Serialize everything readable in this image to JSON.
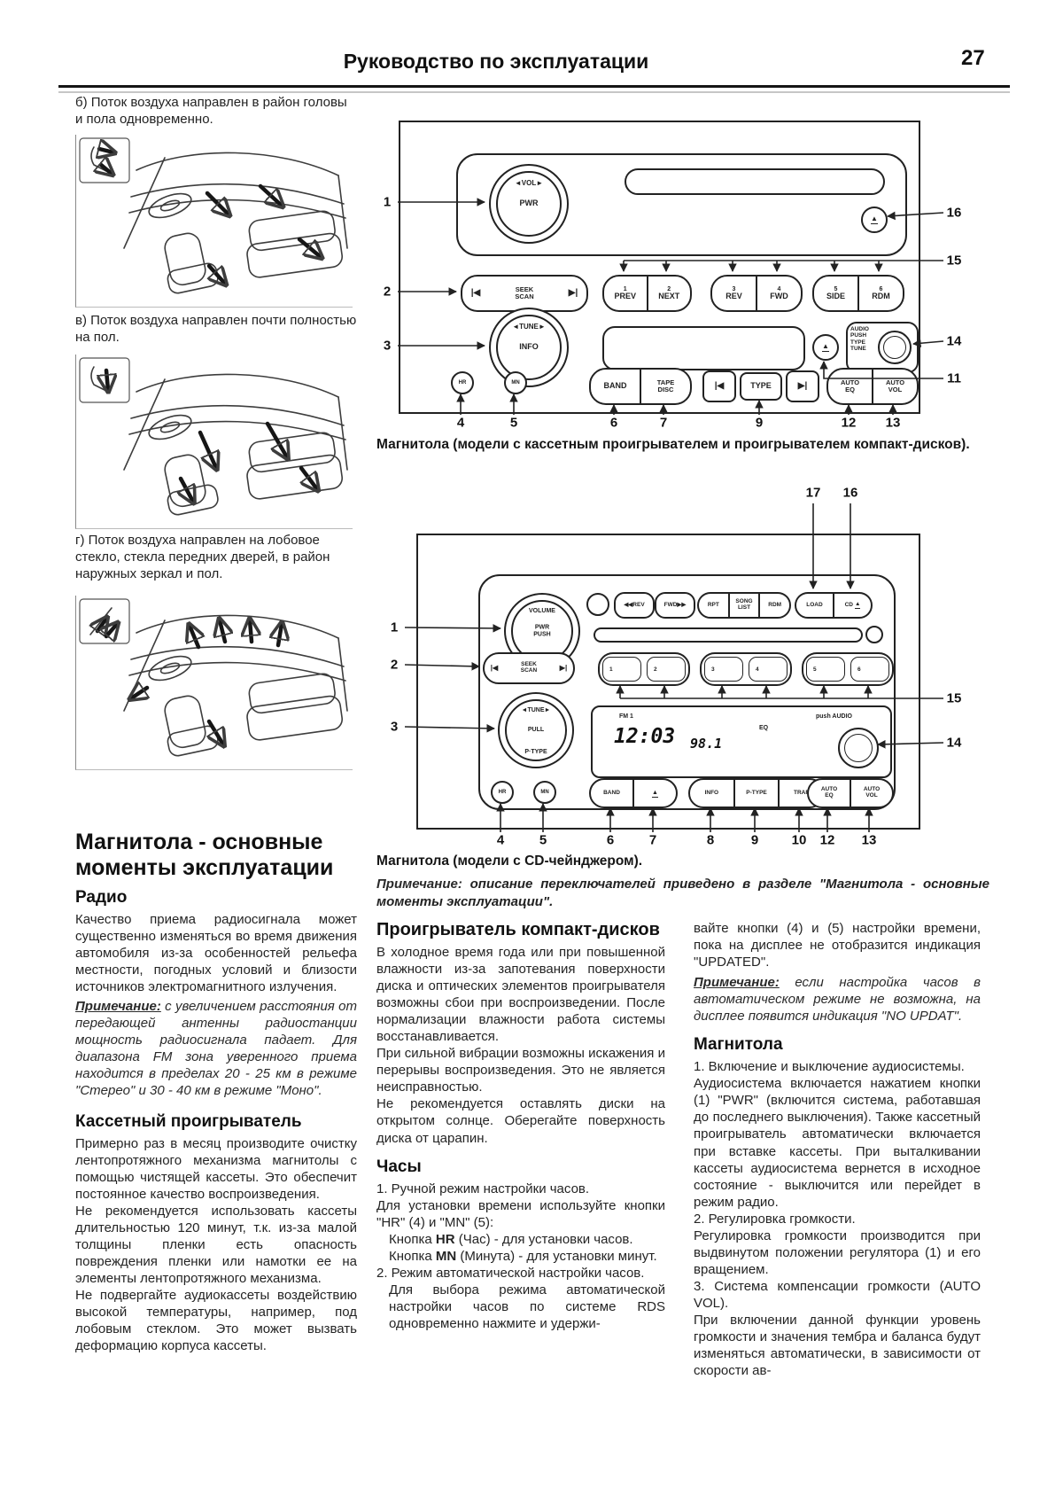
{
  "header": {
    "title": "Руководство по эксплуатации",
    "page_number": "27"
  },
  "left_column": {
    "caption_b": "б) Поток воздуха направлен в район головы и пола одновременно.",
    "caption_v": "в) Поток воздуха направлен почти полностью на пол.",
    "caption_g": "г) Поток воздуха направлен на лобовое стекло, стекла передних дверей, в район наружных зеркал и пол.",
    "section_title": "Магнитола - основные моменты эксплуатации",
    "radio_heading": "Радио",
    "radio_p1": "Качество приема радиосигнала может существенно изменяться во время движения автомобиля из-за особенностей рельефа местности, погодных условий и близости источников электромагнитного излучения.",
    "note1_label": "Примечание:",
    "note1_text": " с увеличением расстояния от передающей антенны радиостанции мощность радиосигнала падает. Для диапазона FM зона уверенного приема находится в пределах 20 - 25 км в режиме \"Стерео\" и 30 - 40 км в режиме \"Моно\".",
    "cassette_heading": "Кассетный проигрыватель",
    "cassette_p1": "Примерно раз в месяц производите очистку лентопротяжного механизма магнитолы с помощью чистящей кассеты. Это обеспечит постоянное качество воспроизведения.",
    "cassette_p2": "Не рекомендуется использовать кассеты длительностью 120 минут, т.к. из-за малой толщины пленки есть опасность повреждения пленки или намотки ее на элементы лентопротяжного механизма.",
    "cassette_p3": "Не подвергайте аудиокассеты воздействию высокой температуры, например, под лобовым стеклом. Это может вызвать деформацию корпуса кассеты."
  },
  "diagram1": {
    "caption": "Магнитола (модели с кассетным проигрывателем и проигрывателем компакт-дисков).",
    "vol_top": "◄VOL►",
    "vol_center": "PWR",
    "seek_prev": "|◀",
    "seek_l1": "SEEK",
    "seek_l2": "SCAN",
    "seek_next": "▶|",
    "presets": [
      {
        "n": "1",
        "t": "PREV"
      },
      {
        "n": "2",
        "t": "NEXT"
      },
      {
        "n": "3",
        "t": "REV"
      },
      {
        "n": "4",
        "t": "FWD"
      },
      {
        "n": "5",
        "t": "SIDE"
      },
      {
        "n": "6",
        "t": "RDM"
      }
    ],
    "tune_top": "◄TUNE►",
    "tune_center": "INFO",
    "band": "BAND",
    "tape_l1": "TAPE",
    "tape_l2": "DISC",
    "btn_prev": "|◀",
    "btn_type": "TYPE",
    "btn_next": "▶|",
    "auto_eq_l1": "AUTO",
    "auto_eq_l2": "EQ",
    "auto_vol_l1": "AUTO",
    "auto_vol_l2": "VOL",
    "audio_l1": "AUDIO",
    "audio_l2": "PUSH",
    "audio_l3": "TYPE",
    "audio_l4": "TUNE",
    "hr": "HR",
    "mn": "MN",
    "eject": "▲",
    "callouts": {
      "left": [
        "1",
        "2",
        "3"
      ],
      "right": [
        "16",
        "15",
        "14",
        "11"
      ],
      "bottom": [
        "4",
        "5",
        "6",
        "7",
        "9",
        "12",
        "13"
      ]
    }
  },
  "diagram2": {
    "caption": "Магнитола (модели с CD-чейнджером).",
    "note_label": "Примечание:",
    "note_text": " описание переключателей приведено в разделе \"Магнитола - основные моменты эксплуатации\".",
    "volume_top": "VOLUME",
    "volume_c1": "PWR",
    "volume_c2": "PUSH",
    "btn_rev": "◀◀REV",
    "btn_fwd": "FWD▶▶",
    "btn_rpt": "RPT",
    "btn_song_l1": "SONG",
    "btn_song_l2": "LIST",
    "btn_rdm": "RDM",
    "btn_load": "LOAD",
    "btn_cd": "CD",
    "seek_prev": "|◀",
    "seek_l1": "SEEK",
    "seek_l2": "SCAN",
    "seek_next": "▶|",
    "preset_nums": [
      "1",
      "2",
      "3",
      "4",
      "5",
      "6"
    ],
    "display": {
      "band": "FM 1",
      "clock": "12:03",
      "freq": "98.1",
      "eq": "EQ",
      "audio": "push AUDIO"
    },
    "tune_top": "◄TUNE►",
    "tune_c1": "PULL",
    "tune_c2": "P·TYPE",
    "hr": "HR",
    "mn": "MN",
    "btn_band": "BAND",
    "btn_info": "INFO",
    "btn_ptype": "P-TYPE",
    "btn_traf": "TRAF",
    "auto_eq_l1": "AUTO",
    "auto_eq_l2": "EQ",
    "auto_vol_l1": "AUTO",
    "auto_vol_l2": "VOL",
    "eject": "▲",
    "callouts": {
      "top": [
        "17",
        "16"
      ],
      "left": [
        "1",
        "2",
        "3"
      ],
      "right": [
        "15",
        "14"
      ],
      "bottom": [
        "4",
        "5",
        "6",
        "7",
        "8",
        "9",
        "10",
        "12",
        "13"
      ]
    }
  },
  "middle_column": {
    "cd_heading": "Проигрыватель компакт-дисков",
    "cd_p1": "В холодное время года или при повышенной влажности из-за запотевания поверхности диска и оптических элементов проигрывателя возможны сбои при воспроизведении. После нормализации влажности работа системы восстанавливается.",
    "cd_p2": "При сильной вибрации возможны искажения и перерывы воспроизведения. Это не является неисправностью.",
    "cd_p3": "Не рекомендуется оставлять диски на открытом солнце. Оберегайте поверхность диска от царапин.",
    "clock_heading": "Часы",
    "clock_l1": "1. Ручной режим настройки часов.",
    "clock_l2": "Для установки времени используйте кнопки \"HR\" (4) и \"MN\" (5):",
    "clock_l3a": "Кнопка ",
    "clock_l3b": "HR",
    "clock_l3c": " (Час) - для установки часов.",
    "clock_l4a": "Кнопка ",
    "clock_l4b": "MN",
    "clock_l4c": " (Минута) - для установки минут.",
    "clock_l5": "2. Режим автоматической настройки часов.",
    "clock_l6": "Для выбора режима автоматической настройки часов по системе RDS одновременно нажмите и удержи-"
  },
  "right_column": {
    "cont_p": "вайте кнопки (4) и (5) настройки времени, пока на дисплее не отобразится индикация \"UPDATED\".",
    "note3_label": "Примечание:",
    "note3_text": " если настройка часов в автоматическом режиме не возможна, на дисплее появится индикация \"NO UPDAT\".",
    "mag_heading": "Магнитола",
    "mag_l1": "1. Включение и выключение аудиосистемы.",
    "mag_p1": "Аудиосистема включается нажатием кнопки (1) \"PWR\" (включится система, работавшая до последнего выключения). Также кассетный проигрыватель автоматически включается при вставке кассеты. При выталкивании кассеты аудиосистема вернется в исходное состояние - выключится или перейдет в режим радио.",
    "mag_l2": "2. Регулировка громкости.",
    "mag_p2": "Регулировка громкости производится при выдвинутом положении регулятора (1) и его вращением.",
    "mag_l3": "3. Система компенсации громкости (AUTO VOL).",
    "mag_p3": "При включении данной функции уровень громкости и значения тембра и баланса будут изменяться автоматически, в зависимости от скорости ав-"
  }
}
